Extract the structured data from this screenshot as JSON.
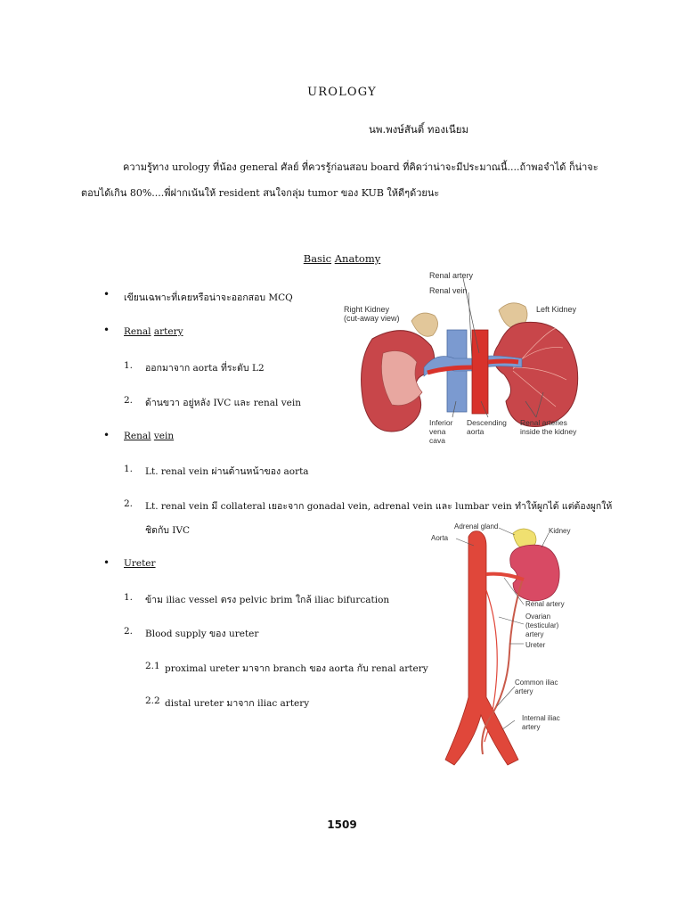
{
  "title": "UROLOGY",
  "author": "นพ.พงษ์สันติ์ ทองเนียม",
  "intro": {
    "line1": "ความรู้ทาง urology ที่น้อง general ศัลย์ ที่ควรรู้ก่อนสอบ board ที่คิดว่าน่าจะมีประมาณนี้....ถ้าพอจำได้ ก็น่าจะ",
    "line2": "ตอบได้เกิน 80%....พี่ฝากเน้นให้ resident สนใจกลุ่ม  tumor ของ KUB ให้ดีๆด้วยนะ"
  },
  "section": {
    "word1": "Basic",
    "word2": "Anatomy"
  },
  "bullet_symbol": "•",
  "items": {
    "b1": "เขียนเฉพาะที่เคยหรือน่าจะออกสอบ MCQ",
    "renal_artery": {
      "word1": "Renal",
      "word2": "artery"
    },
    "ra1": {
      "num": "1.",
      "text": "ออกมาจาก aorta ที่ระดับ L2"
    },
    "ra2": {
      "num": "2.",
      "text": "ด้านขวา อยู่หลัง IVC และ renal vein"
    },
    "renal_vein": {
      "word1": "Renal",
      "word2": "vein"
    },
    "rv1": {
      "num": "1.",
      "text": "Lt. renal vein ผ่านด้านหน้าของ aorta"
    },
    "rv2": {
      "num": "2.",
      "text": "Lt. renal vein มี collateral เยอะจาก gonadal vein, adrenal vein และ lumbar vein ทำให้ผูกได้ แต่ต้องผูกให้",
      "text2": "ชิดกับ IVC"
    },
    "ureter": "Ureter",
    "u1": {
      "num": "1.",
      "text": "ข้าม iliac vessel ตรง pelvic brim ใกล้ iliac bifurcation"
    },
    "u2": {
      "num": "2.",
      "text": "Blood supply ของ ureter"
    },
    "u21": {
      "num": "2.1",
      "text": "proximal ureter มาจาก branch ของ aorta กับ renal artery"
    },
    "u22": {
      "num": "2.2",
      "text": "distal ureter มาจาก iliac artery"
    }
  },
  "figure1": {
    "labels": {
      "renal_artery": "Renal artery",
      "renal_vein": "Renal vein",
      "right_kidney": "Right Kidney",
      "right_kidney_sub": "(cut-away view)",
      "left_kidney": "Left Kidney",
      "ivc1": "Inferior",
      "ivc2": "vena",
      "ivc3": "cava",
      "aorta1": "Descending",
      "aorta2": "aorta",
      "arteries1": "Renal arteries",
      "arteries2": "inside the  kidney"
    },
    "colors": {
      "kidney": "#c8464a",
      "vein": "#7b9ad0",
      "artery": "#d8322b",
      "adrenal": "#e2c79a"
    }
  },
  "figure2": {
    "labels": {
      "adrenal": "Adrenal gland",
      "aorta": "Aorta",
      "kidney": "Kidney",
      "renal_artery": "Renal artery",
      "ovarian1": "Ovarian",
      "ovarian2": "(testicular)",
      "ovarian3": "artery",
      "ureter": "Ureter",
      "common1": "Common iliac",
      "common2": "artery",
      "internal1": "Internal iliac",
      "internal2": "artery"
    },
    "colors": {
      "aorta": "#e0473a",
      "kidney": "#d84a64",
      "adrenal": "#f0e070"
    }
  },
  "page_number": "1509"
}
